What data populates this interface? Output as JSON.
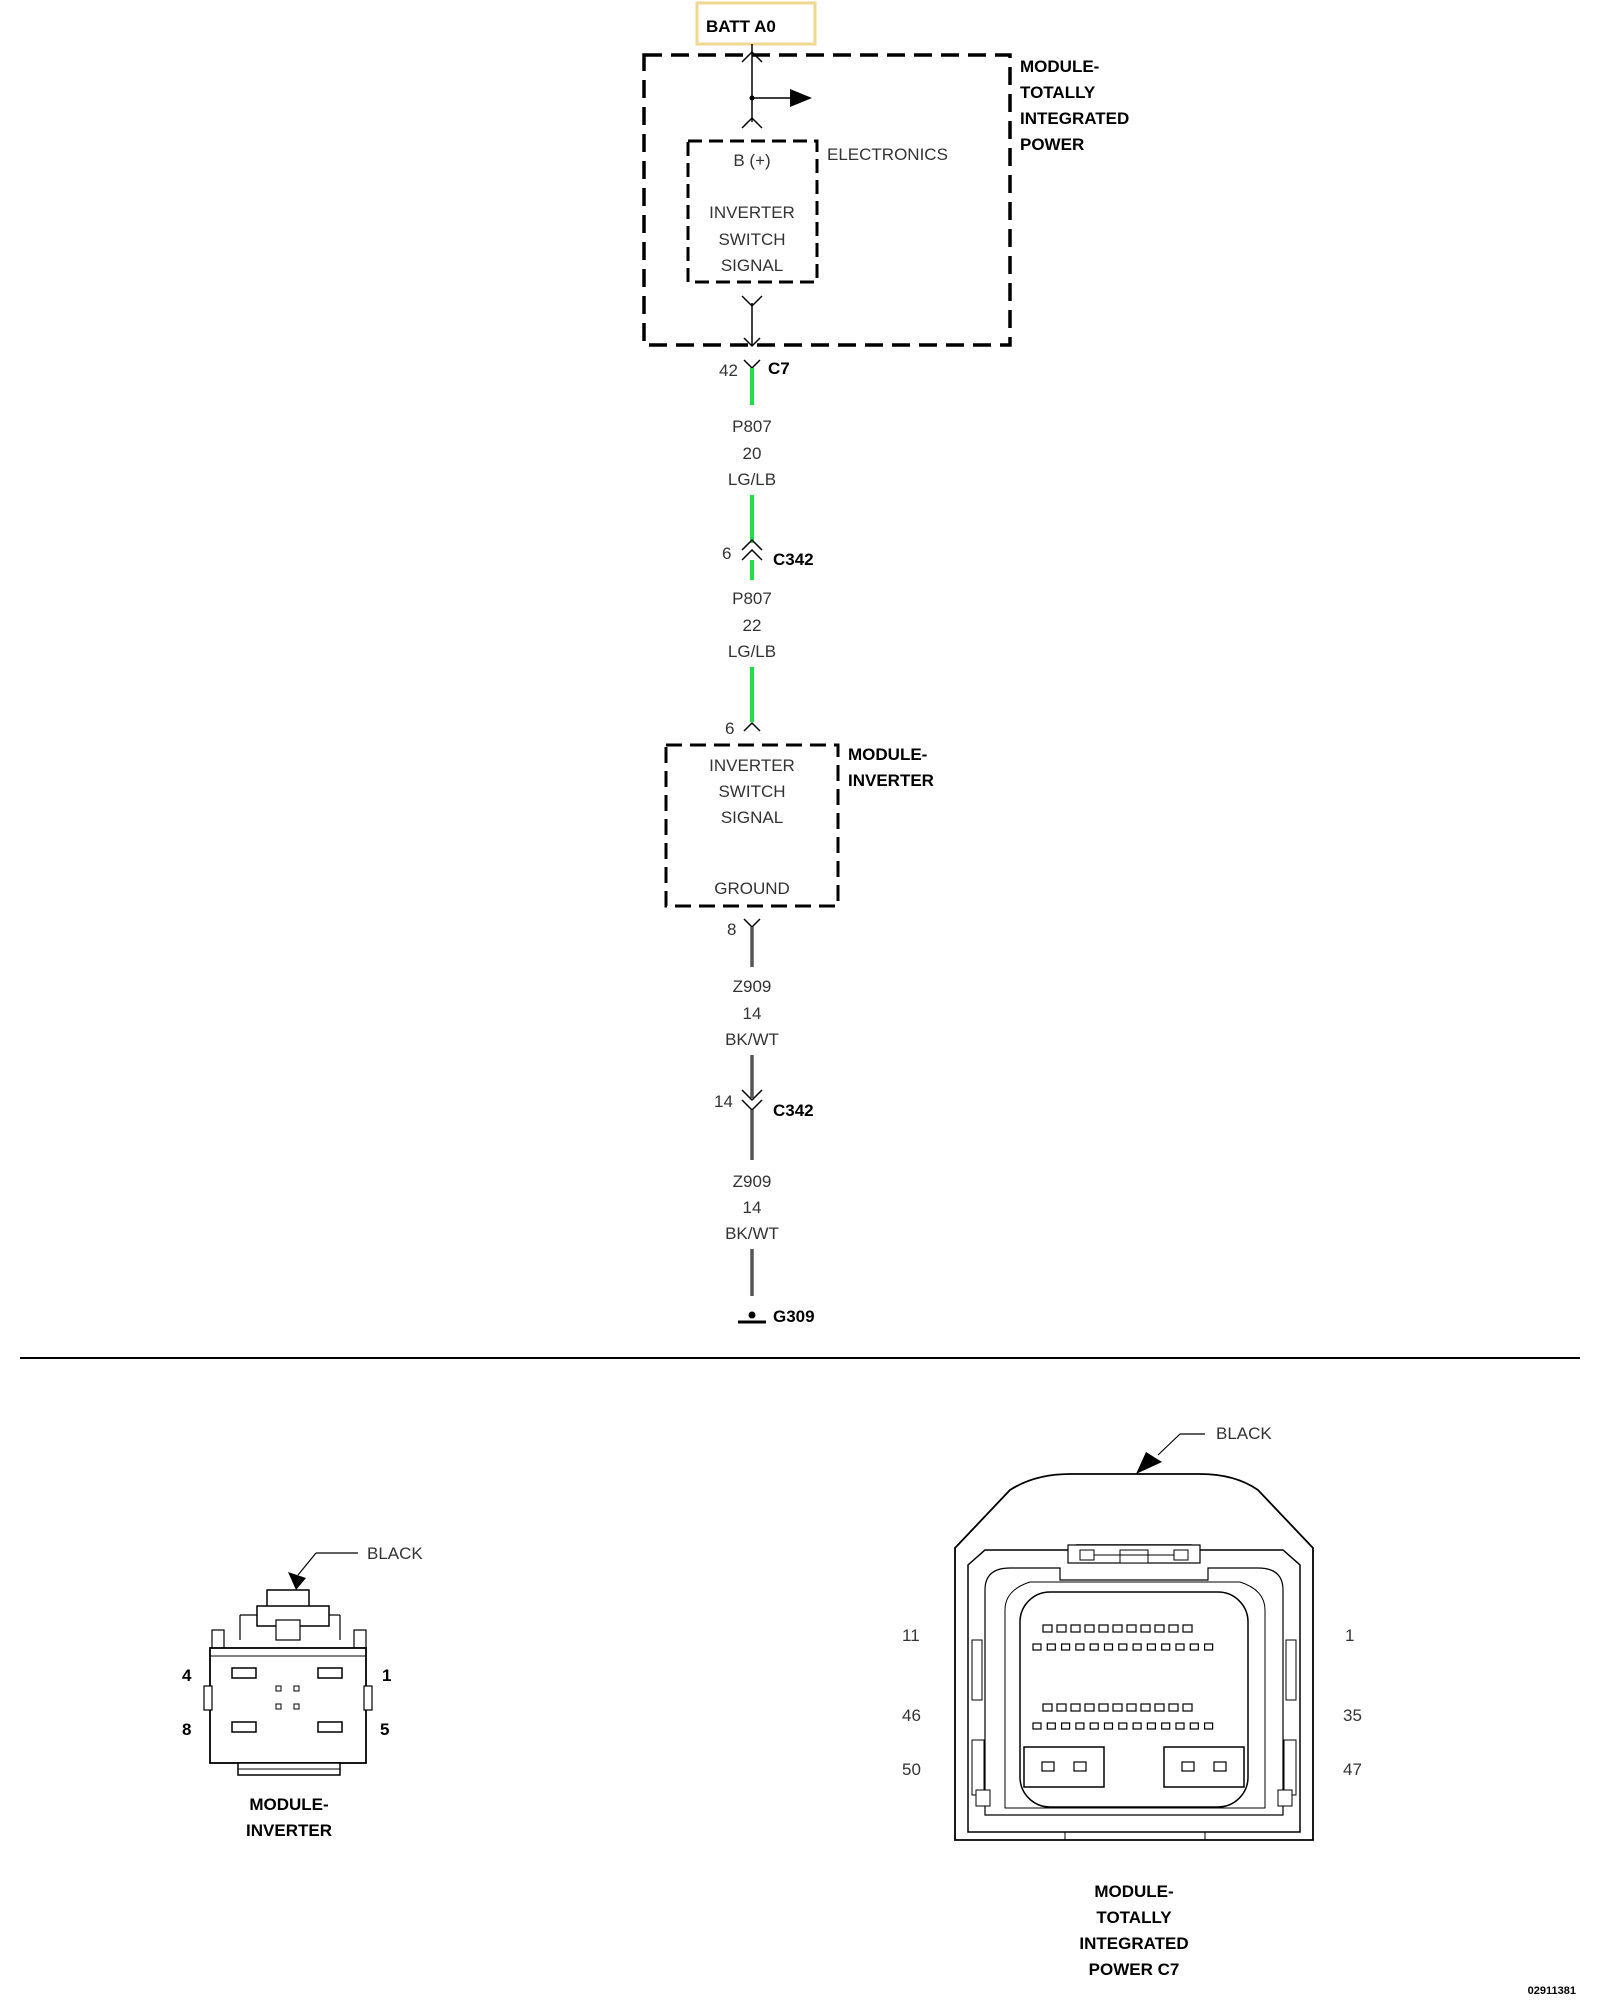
{
  "colors": {
    "wire_green": "#22dd44",
    "wire_black": "#555555",
    "batt_box_border": "#f0d890"
  },
  "batt": {
    "label": "BATT A0"
  },
  "tipm": {
    "name_lines": [
      "MODULE-",
      "TOTALLY",
      "INTEGRATED",
      "POWER"
    ],
    "inner_label": "ELECTRONICS",
    "b_plus": "B (+)",
    "signal_lines": [
      "INVERTER",
      "SWITCH",
      "SIGNAL"
    ],
    "pin": "42",
    "connector": "C7"
  },
  "wire1": {
    "circuit": "P807",
    "gauge": "20",
    "color": "LG/LB"
  },
  "inline_conn1": {
    "pin": "6",
    "connector": "C342"
  },
  "wire2": {
    "circuit": "P807",
    "gauge": "22",
    "color": "LG/LB"
  },
  "inverter": {
    "pin_in": "6",
    "name_lines": [
      "MODULE-",
      "INVERTER"
    ],
    "signal_lines": [
      "INVERTER",
      "SWITCH",
      "SIGNAL"
    ],
    "ground_label": "GROUND",
    "pin_out": "8"
  },
  "wire3": {
    "circuit": "Z909",
    "gauge": "14",
    "color": "BK/WT"
  },
  "inline_conn2": {
    "pin": "14",
    "connector": "C342"
  },
  "wire4": {
    "circuit": "Z909",
    "gauge": "14",
    "color": "BK/WT"
  },
  "ground": {
    "label": "G309"
  },
  "inverter_connector": {
    "color_label": "BLACK",
    "pins": {
      "top_left": "4",
      "bottom_left": "8",
      "top_right": "1",
      "bottom_right": "5"
    },
    "name_lines": [
      "MODULE-",
      "INVERTER"
    ]
  },
  "tipm_connector": {
    "color_label": "BLACK",
    "pins": {
      "left_1": "11",
      "left_2": "46",
      "left_3": "50",
      "right_1": "1",
      "right_2": "35",
      "right_3": "47"
    },
    "name_lines": [
      "MODULE-",
      "TOTALLY",
      "INTEGRATED",
      "POWER C7"
    ]
  },
  "footer": {
    "doc_number": "02911381"
  }
}
